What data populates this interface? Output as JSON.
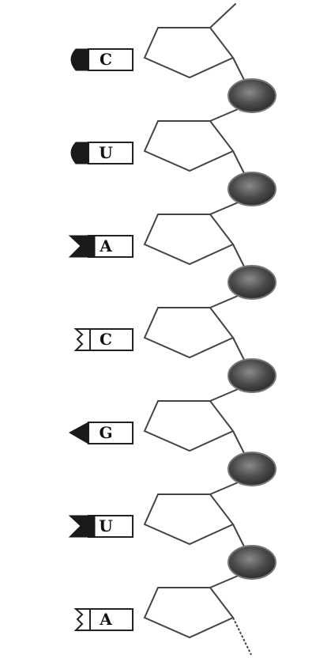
{
  "strand": {
    "nucleotides": [
      {
        "base": "C",
        "tag_shape": "round"
      },
      {
        "base": "U",
        "tag_shape": "round"
      },
      {
        "base": "A",
        "tag_shape": "notch"
      },
      {
        "base": "C",
        "tag_shape": "zigzag"
      },
      {
        "base": "G",
        "tag_shape": "point"
      },
      {
        "base": "U",
        "tag_shape": "notch"
      },
      {
        "base": "A",
        "tag_shape": "zigzag"
      }
    ]
  },
  "colors": {
    "line": "#444444",
    "phosphate_fill": "#555555",
    "phosphate_outline": "#777777",
    "tag_fill": "#1a1a1a",
    "text": "#111111"
  }
}
